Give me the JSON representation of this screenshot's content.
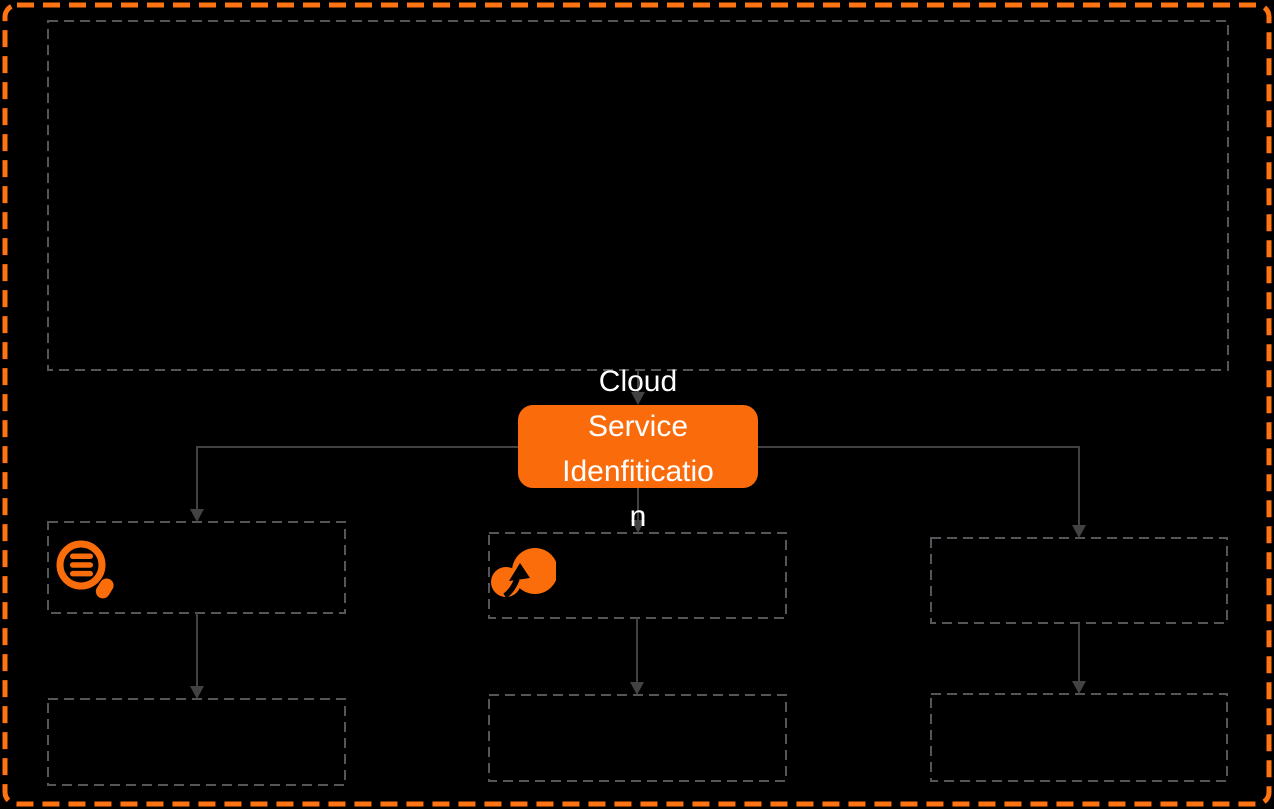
{
  "diagram": {
    "node": {
      "label": "Cloud Service Idenfitication",
      "lines": [
        "Cloud",
        "Service",
        "Idenfiticatio",
        "n"
      ]
    },
    "icons": [
      {
        "name": "log-search-icon"
      },
      {
        "name": "cloud-upload-icon"
      }
    ],
    "colors": {
      "background": "#000000",
      "outer_border": "#FF7412",
      "node_fill": "#F96B0B",
      "node_text": "#FFFFFF",
      "icon": "#FB6D0A",
      "box_border": "#54565A",
      "connector": "#424242"
    }
  }
}
